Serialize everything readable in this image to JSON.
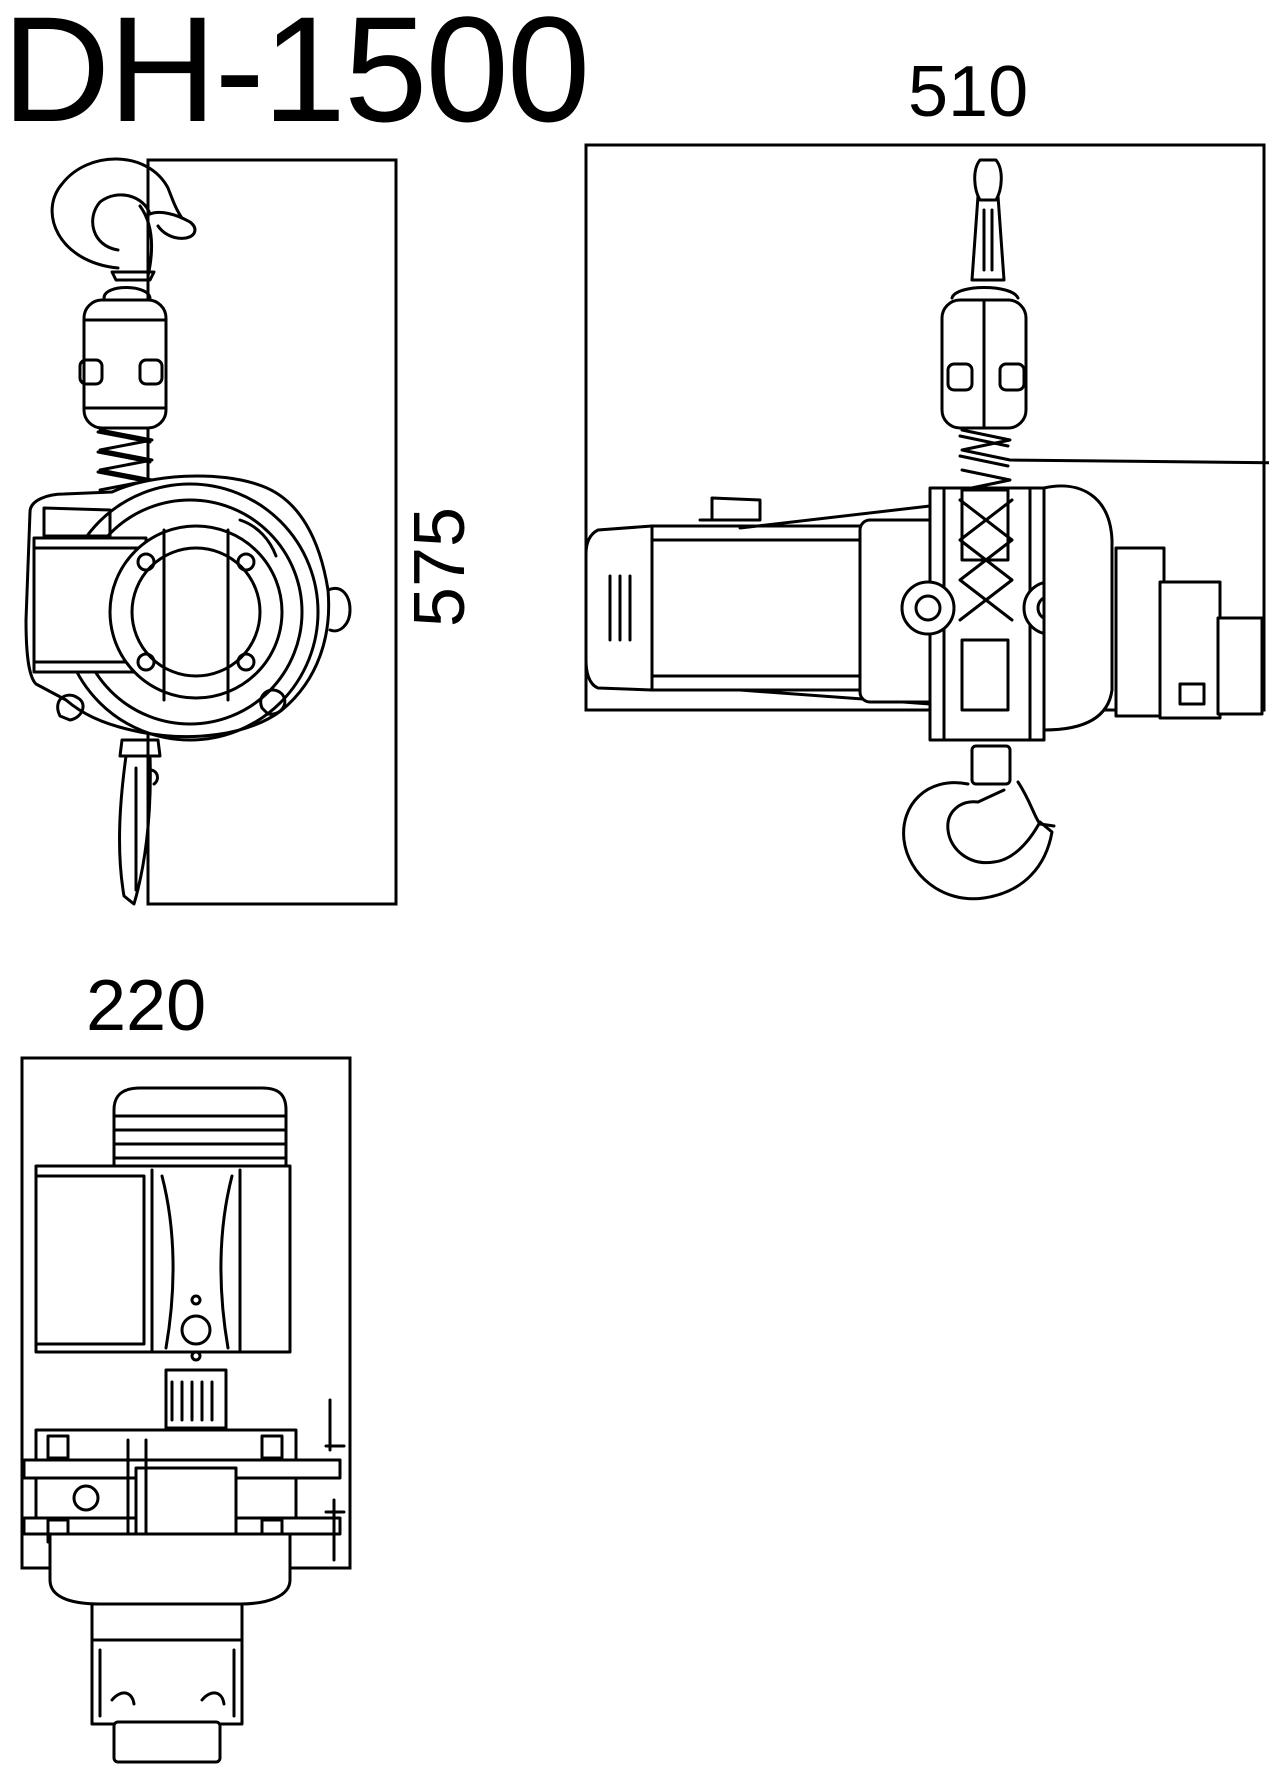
{
  "title": "DH-1500",
  "dimensions": {
    "width_side_view": "510",
    "height": "575",
    "width_top_view": "220"
  }
}
